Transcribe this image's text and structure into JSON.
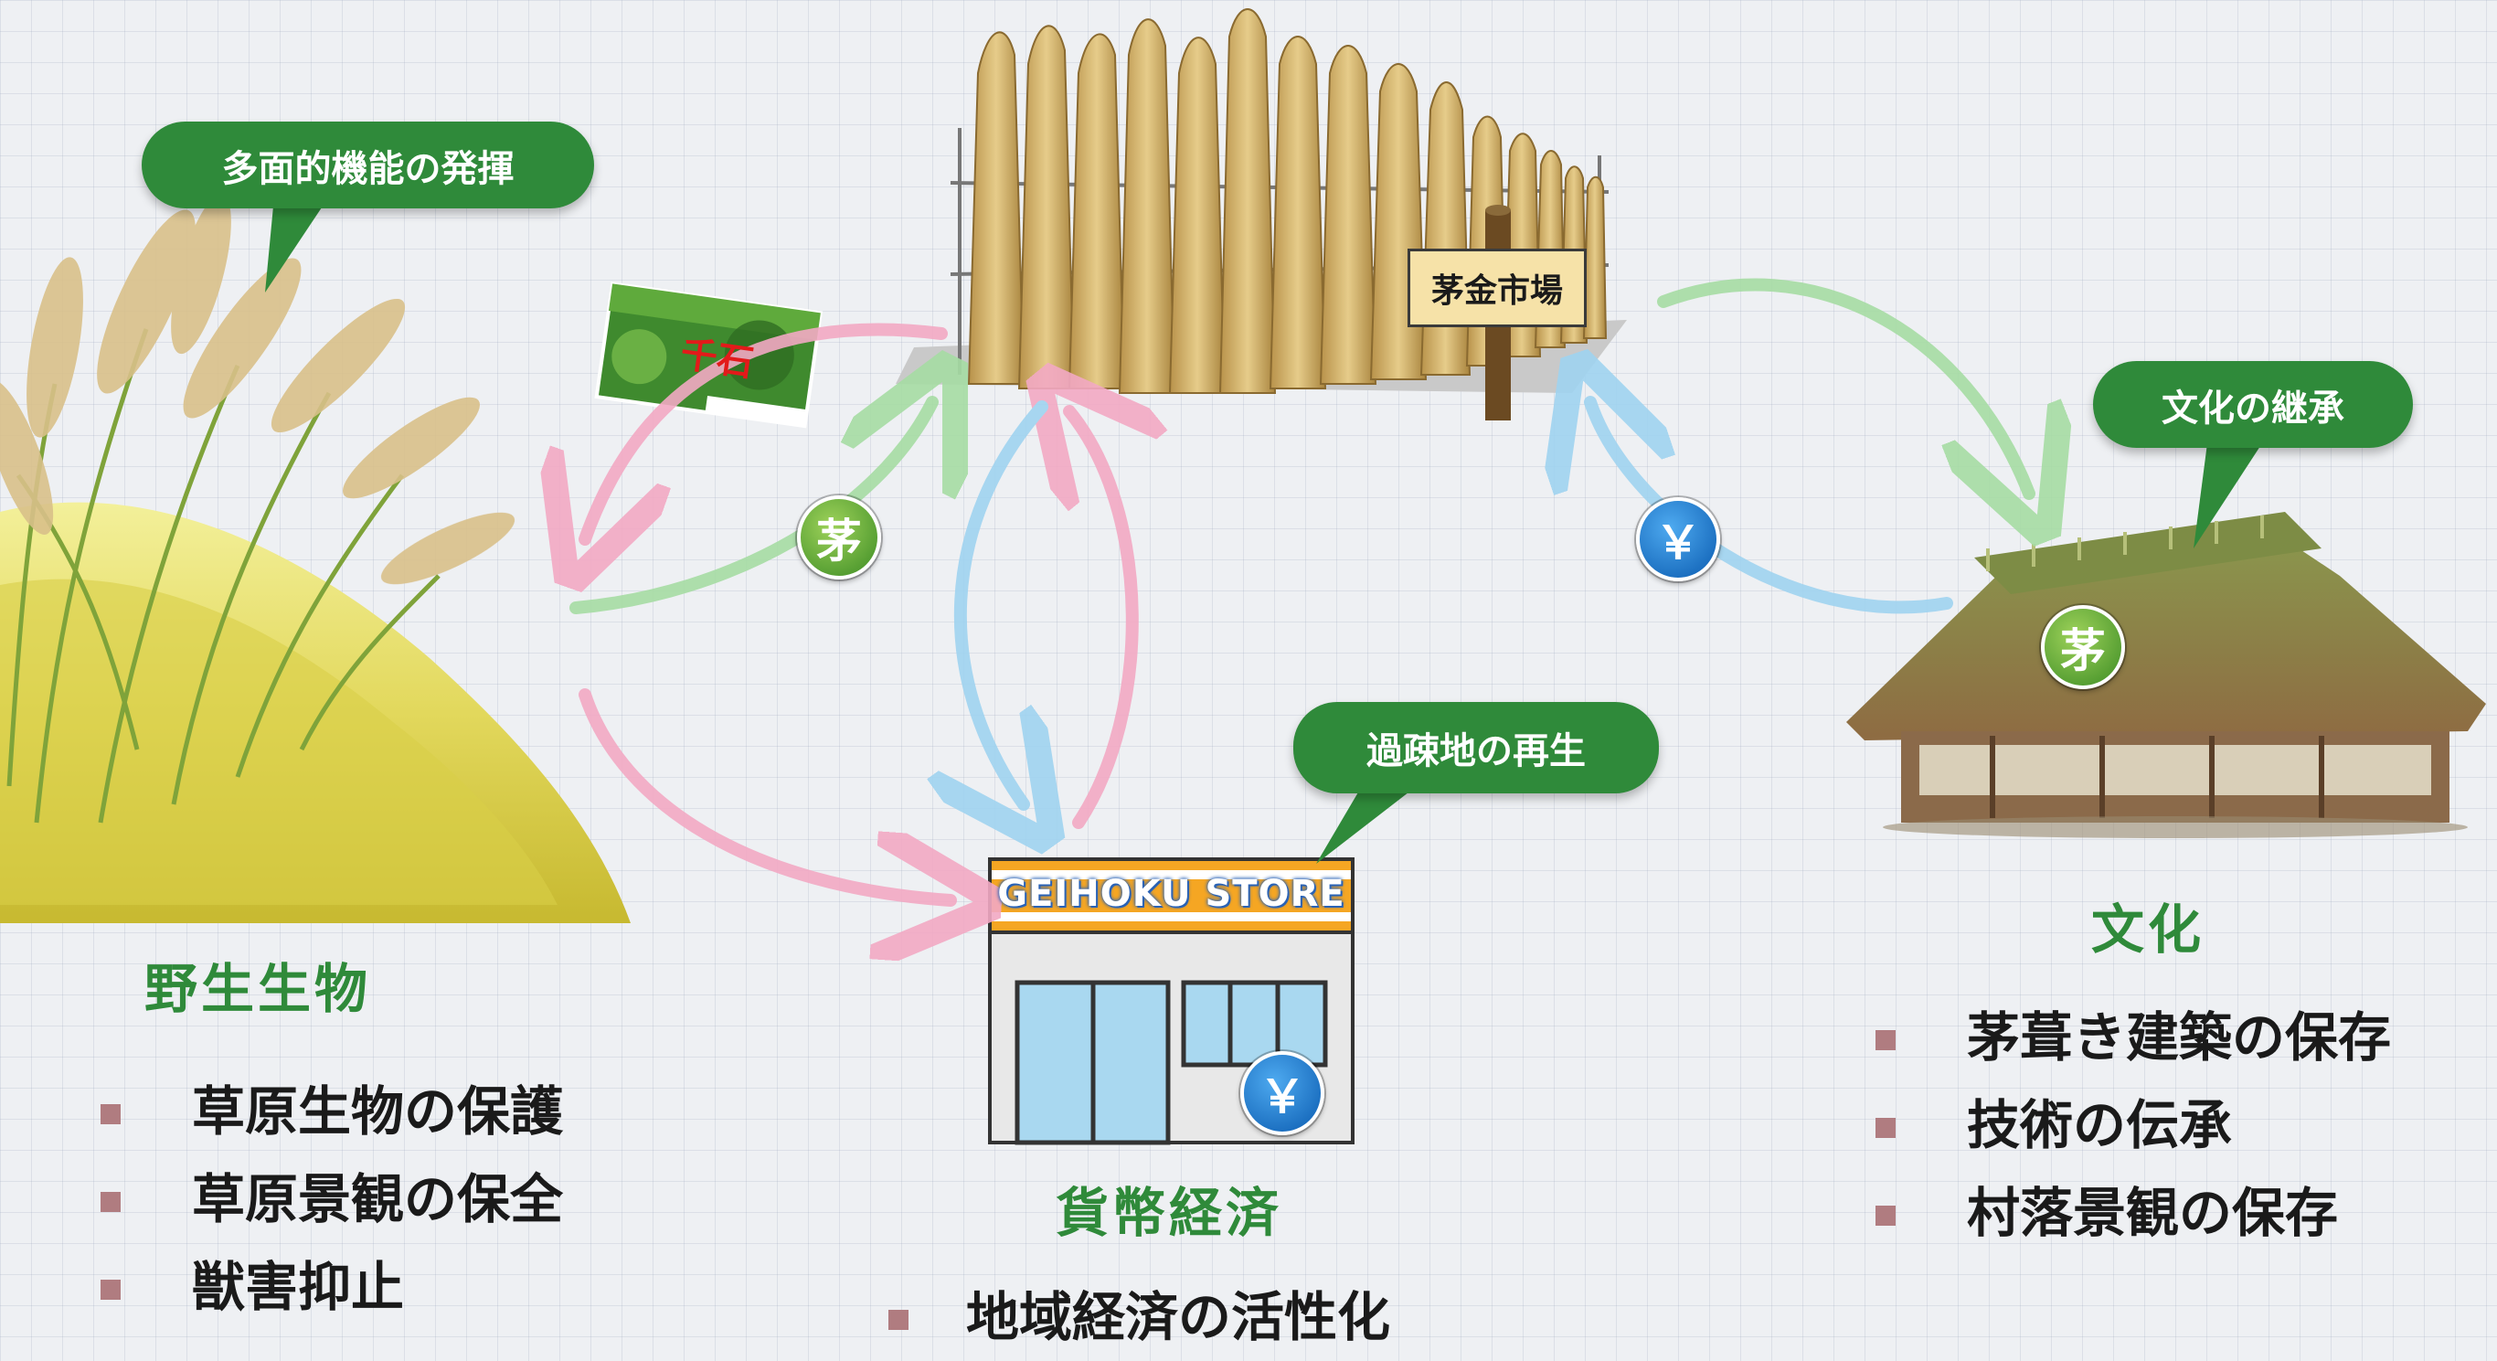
{
  "bubbles": {
    "multifunction": "多面的機能の発揮",
    "culture": "文化の継承",
    "revival": "過疎地の再生"
  },
  "market_sign": "茅金市場",
  "store_sign": "GEIHOKU STORE",
  "card_name": "千石",
  "coins": {
    "kaya": "茅",
    "yen": "￥"
  },
  "sections": {
    "wildlife": {
      "title": "野生生物",
      "items": [
        "草原生物の保護",
        "草原景観の保全",
        "獣害抑止"
      ]
    },
    "economy": {
      "title": "貨幣経済",
      "items": [
        "地域経済の活性化"
      ]
    },
    "culture": {
      "title": "文化",
      "items": [
        "茅葺き建築の保存",
        "技術の伝承",
        "村落景観の保存"
      ]
    }
  },
  "colors": {
    "bubble_green": "#2f8a3a",
    "arrow_pink": "#f2a9c4",
    "arrow_green": "#a6dca3",
    "arrow_blue": "#9fd3f0",
    "bullet": "#b07c80"
  }
}
